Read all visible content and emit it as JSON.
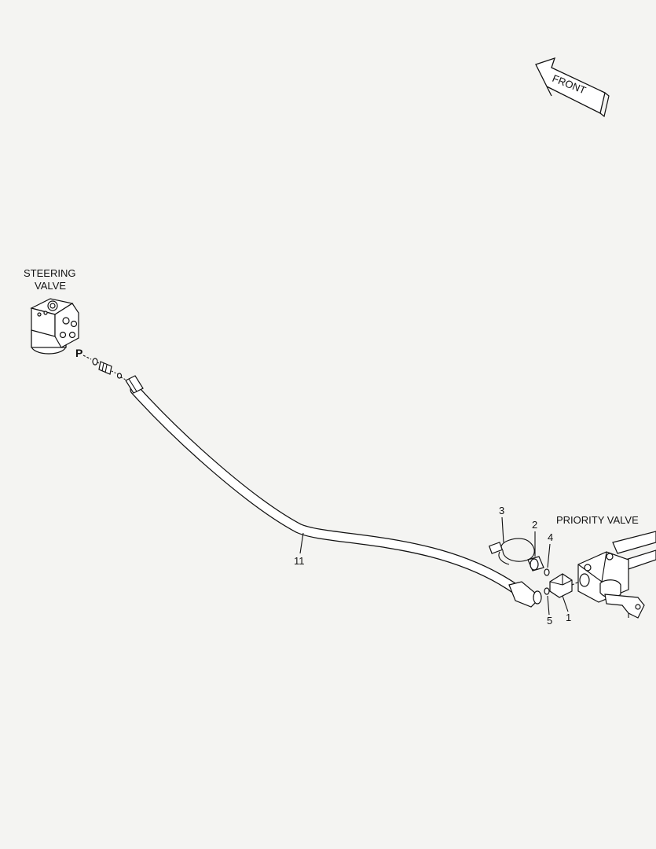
{
  "labels": {
    "front": "FRONT",
    "steering_valve_line1": "STEERING",
    "steering_valve_line2": "VALVE",
    "port_p": "P",
    "priority_valve": "PRIORITY VALVE"
  },
  "callouts": {
    "c1": "1",
    "c2": "2",
    "c3": "3",
    "c4": "4",
    "c5": "5",
    "c11": "11"
  },
  "colors": {
    "background": "#f4f4f2",
    "line": "#111111"
  }
}
